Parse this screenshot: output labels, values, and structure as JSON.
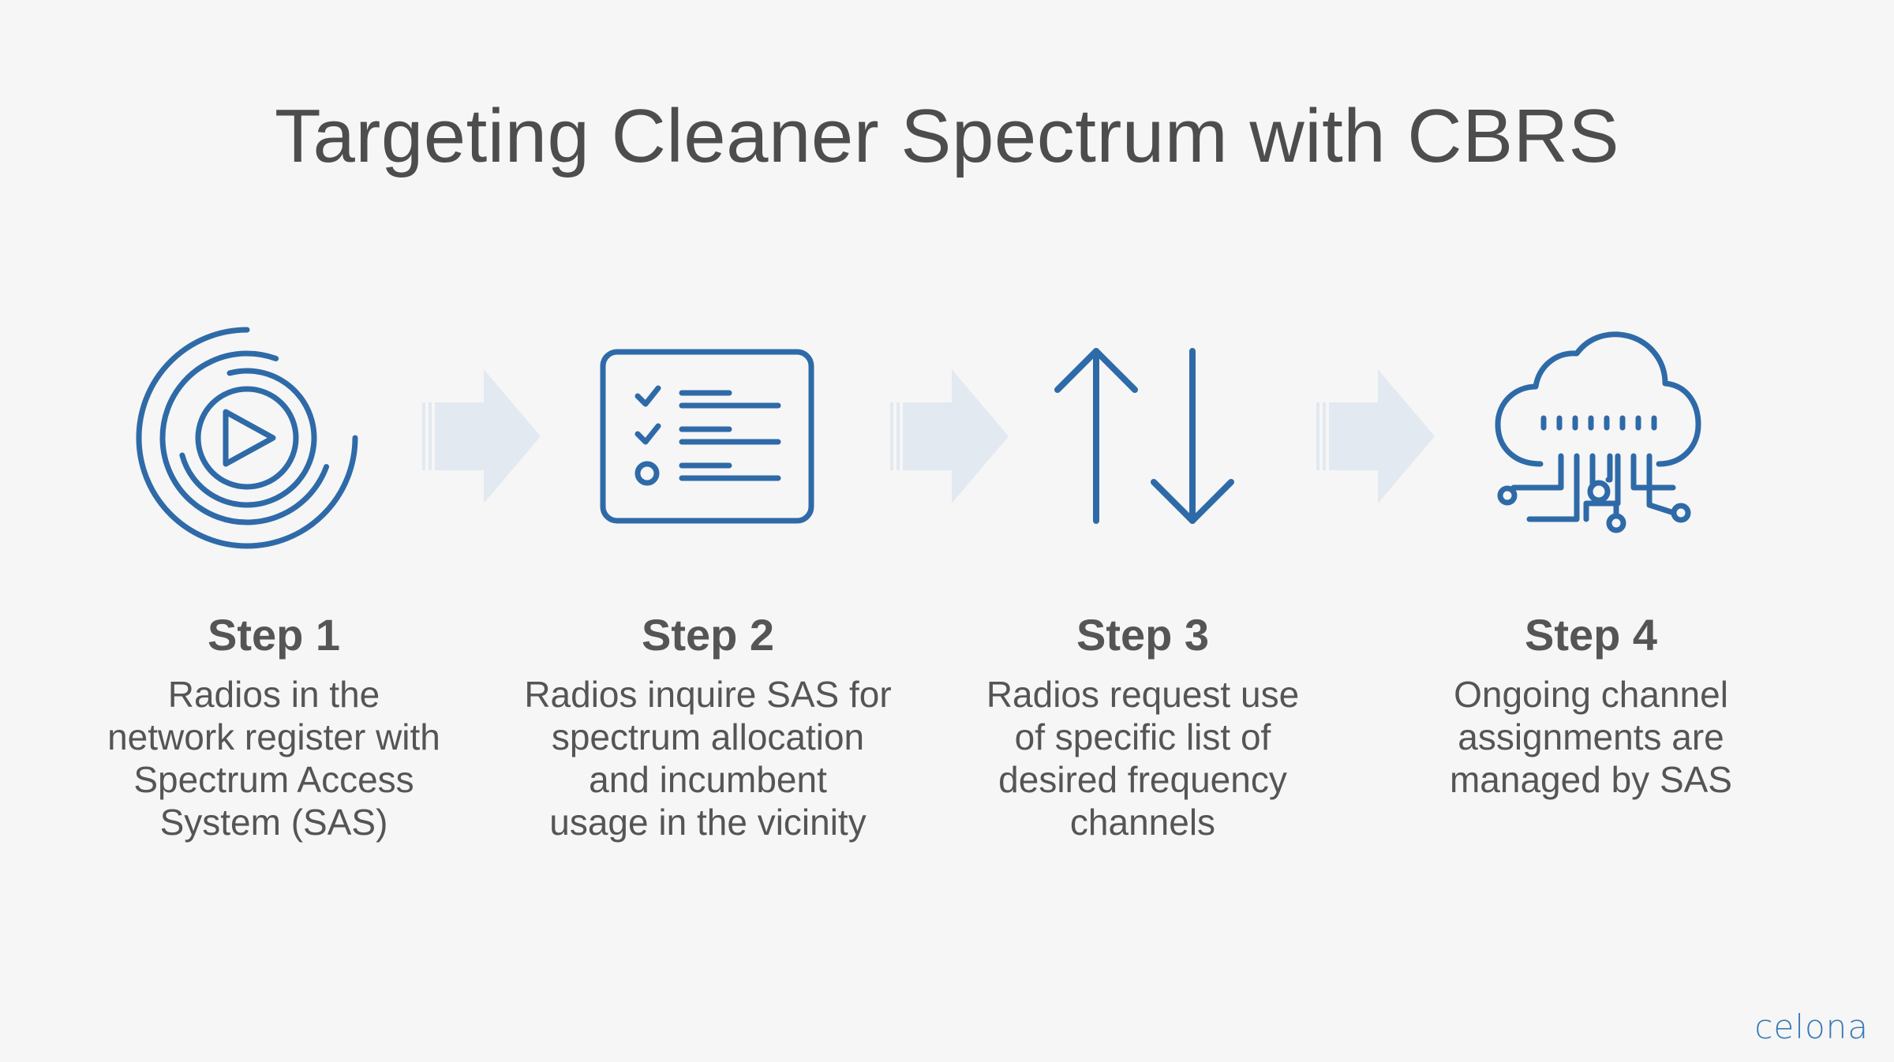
{
  "title": "Targeting Cleaner Spectrum with CBRS",
  "accent_color": "#2f6aa8",
  "arrow_color": "#e3e9f0",
  "steps": [
    {
      "title": "Step 1",
      "icon": "play-signal-icon",
      "lines": [
        "Radios in the",
        "network register with",
        "Spectrum Access",
        "System (SAS)"
      ]
    },
    {
      "title": "Step 2",
      "icon": "checklist-icon",
      "lines": [
        "Radios inquire SAS for",
        "spectrum allocation",
        "and incumbent",
        "usage in the vicinity"
      ]
    },
    {
      "title": "Step 3",
      "icon": "up-down-arrows-icon",
      "lines": [
        "Radios request use",
        "of specific list of",
        "desired frequency",
        "channels"
      ]
    },
    {
      "title": "Step 4",
      "icon": "cloud-network-icon",
      "lines": [
        "Ongoing channel",
        "assignments are",
        "managed by SAS"
      ]
    }
  ],
  "logo": "celona"
}
